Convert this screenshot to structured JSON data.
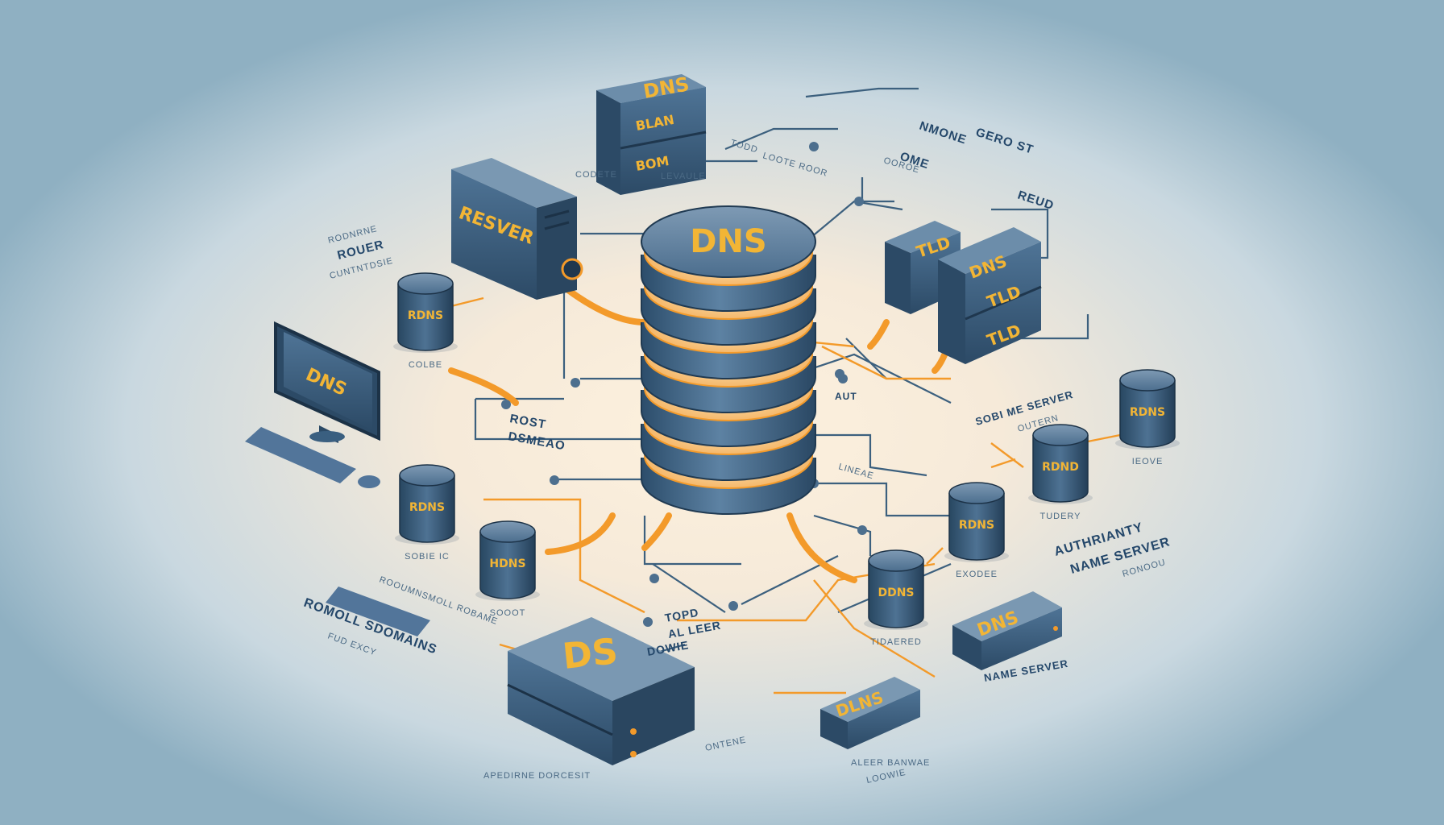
{
  "diagram": {
    "center_label": "DNS",
    "top_server": {
      "label": "DNS",
      "slot_top": "BLAN",
      "slot_bottom": "BOM",
      "caption_left": "CODETE",
      "caption_right": "LEVAULE"
    },
    "resolver": {
      "label": "RESVER"
    },
    "tld_cluster": {
      "labels": [
        "TLD",
        "DNS",
        "TLD",
        "TLD"
      ]
    },
    "monitor": {
      "label": "DNS"
    },
    "bottom_left_server": {
      "label": "DS",
      "caption": "APEDIRNE DORCESIT"
    },
    "bottom_right_box": {
      "label": "DNS",
      "caption": "NAME SERVER"
    },
    "bottom_mid_box": {
      "label": "DLNS",
      "caption": "ALEER BANWAE"
    },
    "small_cylinders": [
      {
        "label": "RDNS",
        "caption": "COLBE"
      },
      {
        "label": "RDNS",
        "caption": "SOBIE IC"
      },
      {
        "label": "HDNS",
        "caption": "SOOOT"
      },
      {
        "label": "DDNS",
        "caption": "TIDAERED"
      },
      {
        "label": "RDNS",
        "caption": "EXODEE"
      },
      {
        "label": "RDND",
        "caption": "TUDERY"
      },
      {
        "label": "RDNS",
        "caption": "IEOVE"
      }
    ],
    "text_labels": {
      "top_right_1": "GERO ST",
      "top_right_2": "NMONE",
      "top_right_3": "OME",
      "top_right_4": "REUD",
      "top_small_1": "TODD",
      "top_small_2": "LOOTE ROOR",
      "top_small_3": "OOROE",
      "left_router": "ROUER",
      "left_router_top": "RODNRNE",
      "left_router_sub": "CUNTNTDSIE",
      "root_box_1": "ROST",
      "root_box_2": "DSMEAO",
      "mid_right_1": "SOBI ME SERVER",
      "mid_right_2": "OUTERN",
      "aut_tag": "AUT",
      "lineae": "LINEAE",
      "authoritative_1": "AUTHRIANTY",
      "authoritative_2": "NAME SERVER",
      "authoritative_sub": "RONOOU",
      "remote_domain": "ROMOLL SDOMAINS",
      "remote_domain_sub": "FUD EXCY",
      "keyboard_caption": "ROOUMNSMOLL ROBAME",
      "top_level_1": "TOPD",
      "top_level_2": "AL LEER",
      "top_level_3": "DOWIE",
      "bottom_caption": "ONTENE",
      "bottom_mid_sub": "LOOWIE"
    }
  },
  "colors": {
    "accent": "#f39a2a",
    "device": "#3a5f80",
    "label": "#f2b535",
    "wire": "#3c607e"
  }
}
